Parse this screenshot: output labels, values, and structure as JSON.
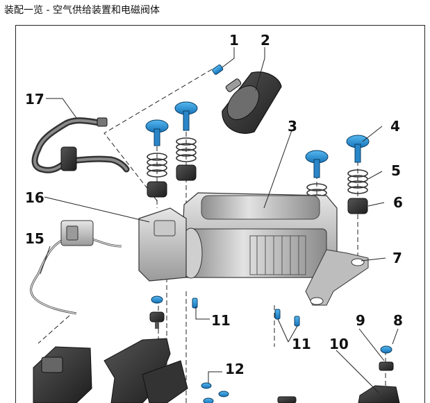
{
  "title": "装配一览 - 空气供给装置和电磁阀体",
  "colors": {
    "accent_blue": "#1e90d6",
    "part_dark": "#2b2b2b",
    "part_gray": "#b8b8b8",
    "line": "#222222"
  },
  "callouts": [
    {
      "id": "1",
      "label": "1"
    },
    {
      "id": "2",
      "label": "2"
    },
    {
      "id": "3",
      "label": "3"
    },
    {
      "id": "4",
      "label": "4"
    },
    {
      "id": "5",
      "label": "5"
    },
    {
      "id": "6",
      "label": "6"
    },
    {
      "id": "7",
      "label": "7"
    },
    {
      "id": "8",
      "label": "8"
    },
    {
      "id": "9",
      "label": "9"
    },
    {
      "id": "10",
      "label": "10"
    },
    {
      "id": "11a",
      "label": "11"
    },
    {
      "id": "11b",
      "label": "11"
    },
    {
      "id": "12",
      "label": "12"
    },
    {
      "id": "15",
      "label": "15"
    },
    {
      "id": "16",
      "label": "16"
    },
    {
      "id": "17",
      "label": "17"
    }
  ]
}
